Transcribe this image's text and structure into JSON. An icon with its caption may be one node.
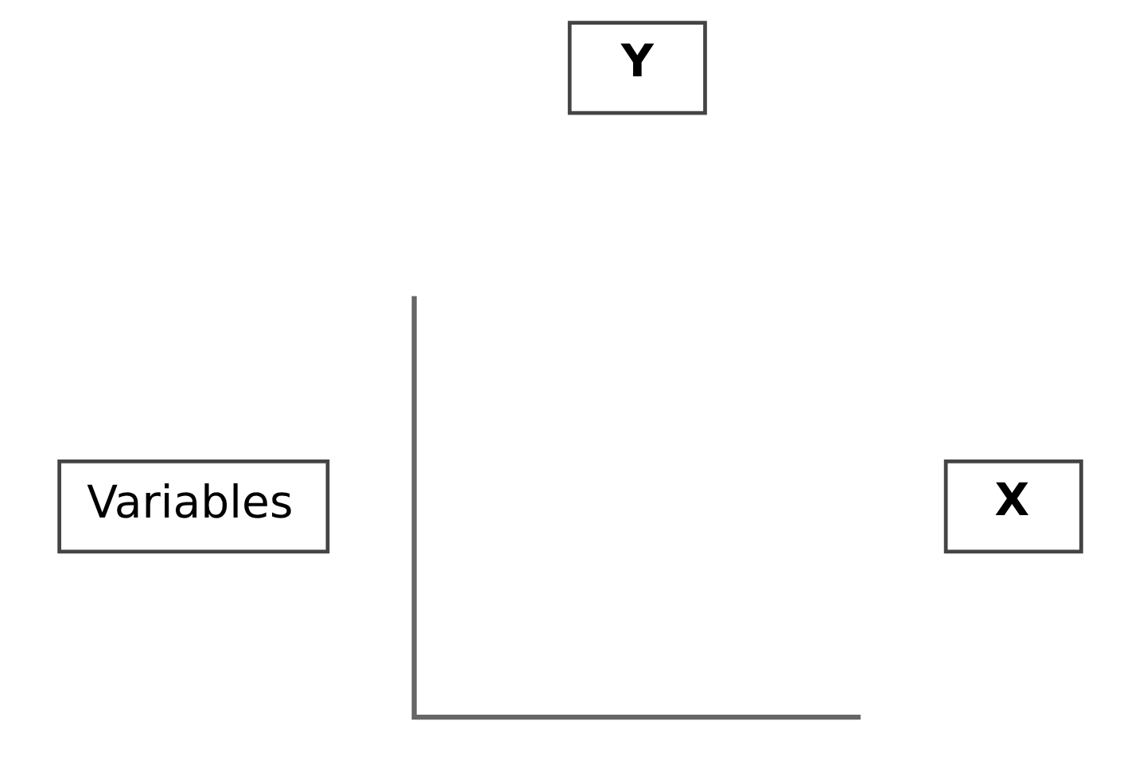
{
  "diagram": {
    "nodes": [
      {
        "text": [
          "Y"
        ]
      },
      {
        "text": [
          "Variables"
        ]
      },
      {
        "text": [
          "X"
        ]
      }
    ]
  }
}
